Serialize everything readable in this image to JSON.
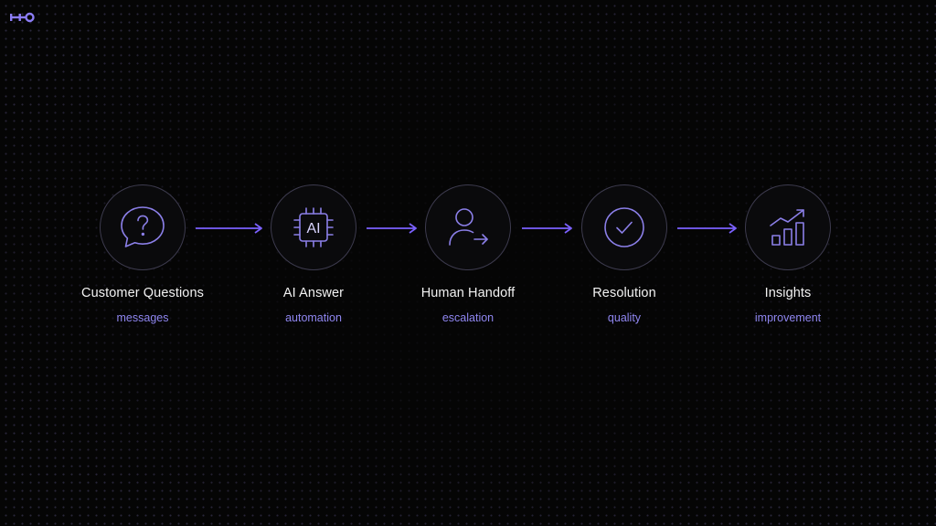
{
  "logo": {
    "icon": "brand-logo-icon",
    "color": "#8b7cf6"
  },
  "colors": {
    "accent": "#7b61ff",
    "sublabel": "#8f86f0",
    "icon_stroke": "#8b7fe8",
    "circle_border": "#3d3b4e",
    "background": "#050505"
  },
  "steps": [
    {
      "label": "Customer Questions",
      "sublabel": "messages",
      "icon": "question-chat-bubble-icon"
    },
    {
      "label": "AI Answer",
      "sublabel": "automation",
      "icon": "ai-chip-icon"
    },
    {
      "label": "Human Handoff",
      "sublabel": "escalation",
      "icon": "person-handoff-icon"
    },
    {
      "label": "Resolution",
      "sublabel": "quality",
      "icon": "check-circle-icon"
    },
    {
      "label": "Insights",
      "sublabel": "improvement",
      "icon": "growth-chart-icon"
    }
  ],
  "connectors": [
    {
      "from": "Customer Questions",
      "to": "AI Answer",
      "icon": "arrow-right-icon"
    },
    {
      "from": "AI Answer",
      "to": "Human Handoff",
      "icon": "arrow-right-icon"
    },
    {
      "from": "Human Handoff",
      "to": "Resolution",
      "icon": "arrow-right-icon"
    },
    {
      "from": "Resolution",
      "to": "Insights",
      "icon": "arrow-right-icon"
    }
  ],
  "ai_chip_text": "AI"
}
